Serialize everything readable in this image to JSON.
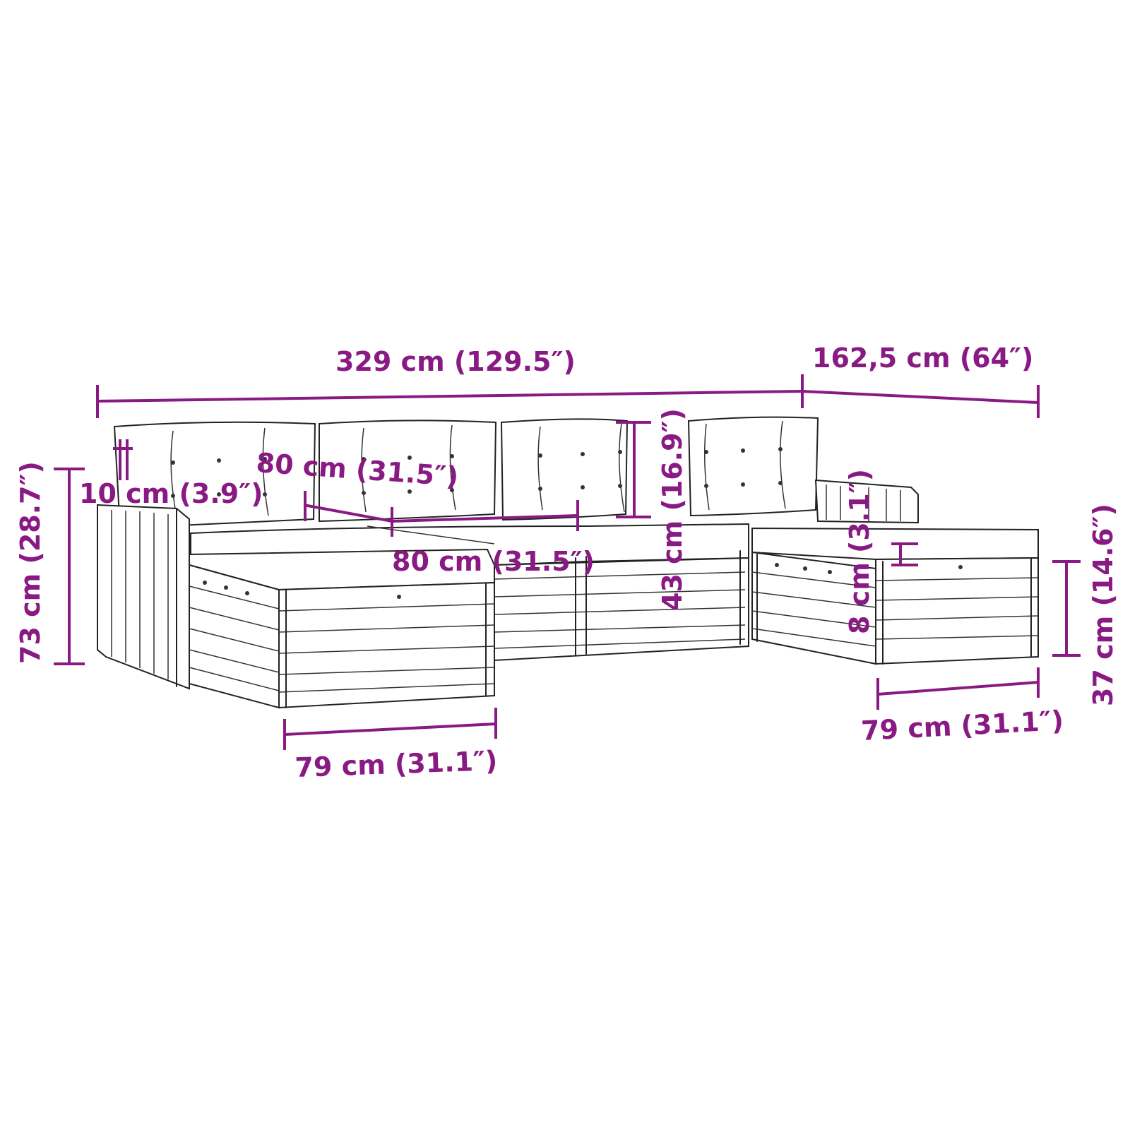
{
  "colors": {
    "dimension": "#8a1a83",
    "outline": "#222222",
    "background": "#ffffff"
  },
  "dimensions": {
    "total_width": "329 cm (129.5″)",
    "depth": "162,5 cm (64″)",
    "total_height": "73 cm (28.7″)",
    "armrest_thickness": "10 cm (3.9″)",
    "cushion_depth": "80 cm (31.5″)",
    "module_width": "80 cm (31.5″)",
    "backrest_height": "43 cm (16.9″)",
    "seat_cushion_thickness": "8 cm (3.1″)",
    "seat_height": "37 cm (14.6″)",
    "ottoman_width_left": "79 cm (31.1″)",
    "ottoman_width_right": "79 cm (31.1″)"
  }
}
